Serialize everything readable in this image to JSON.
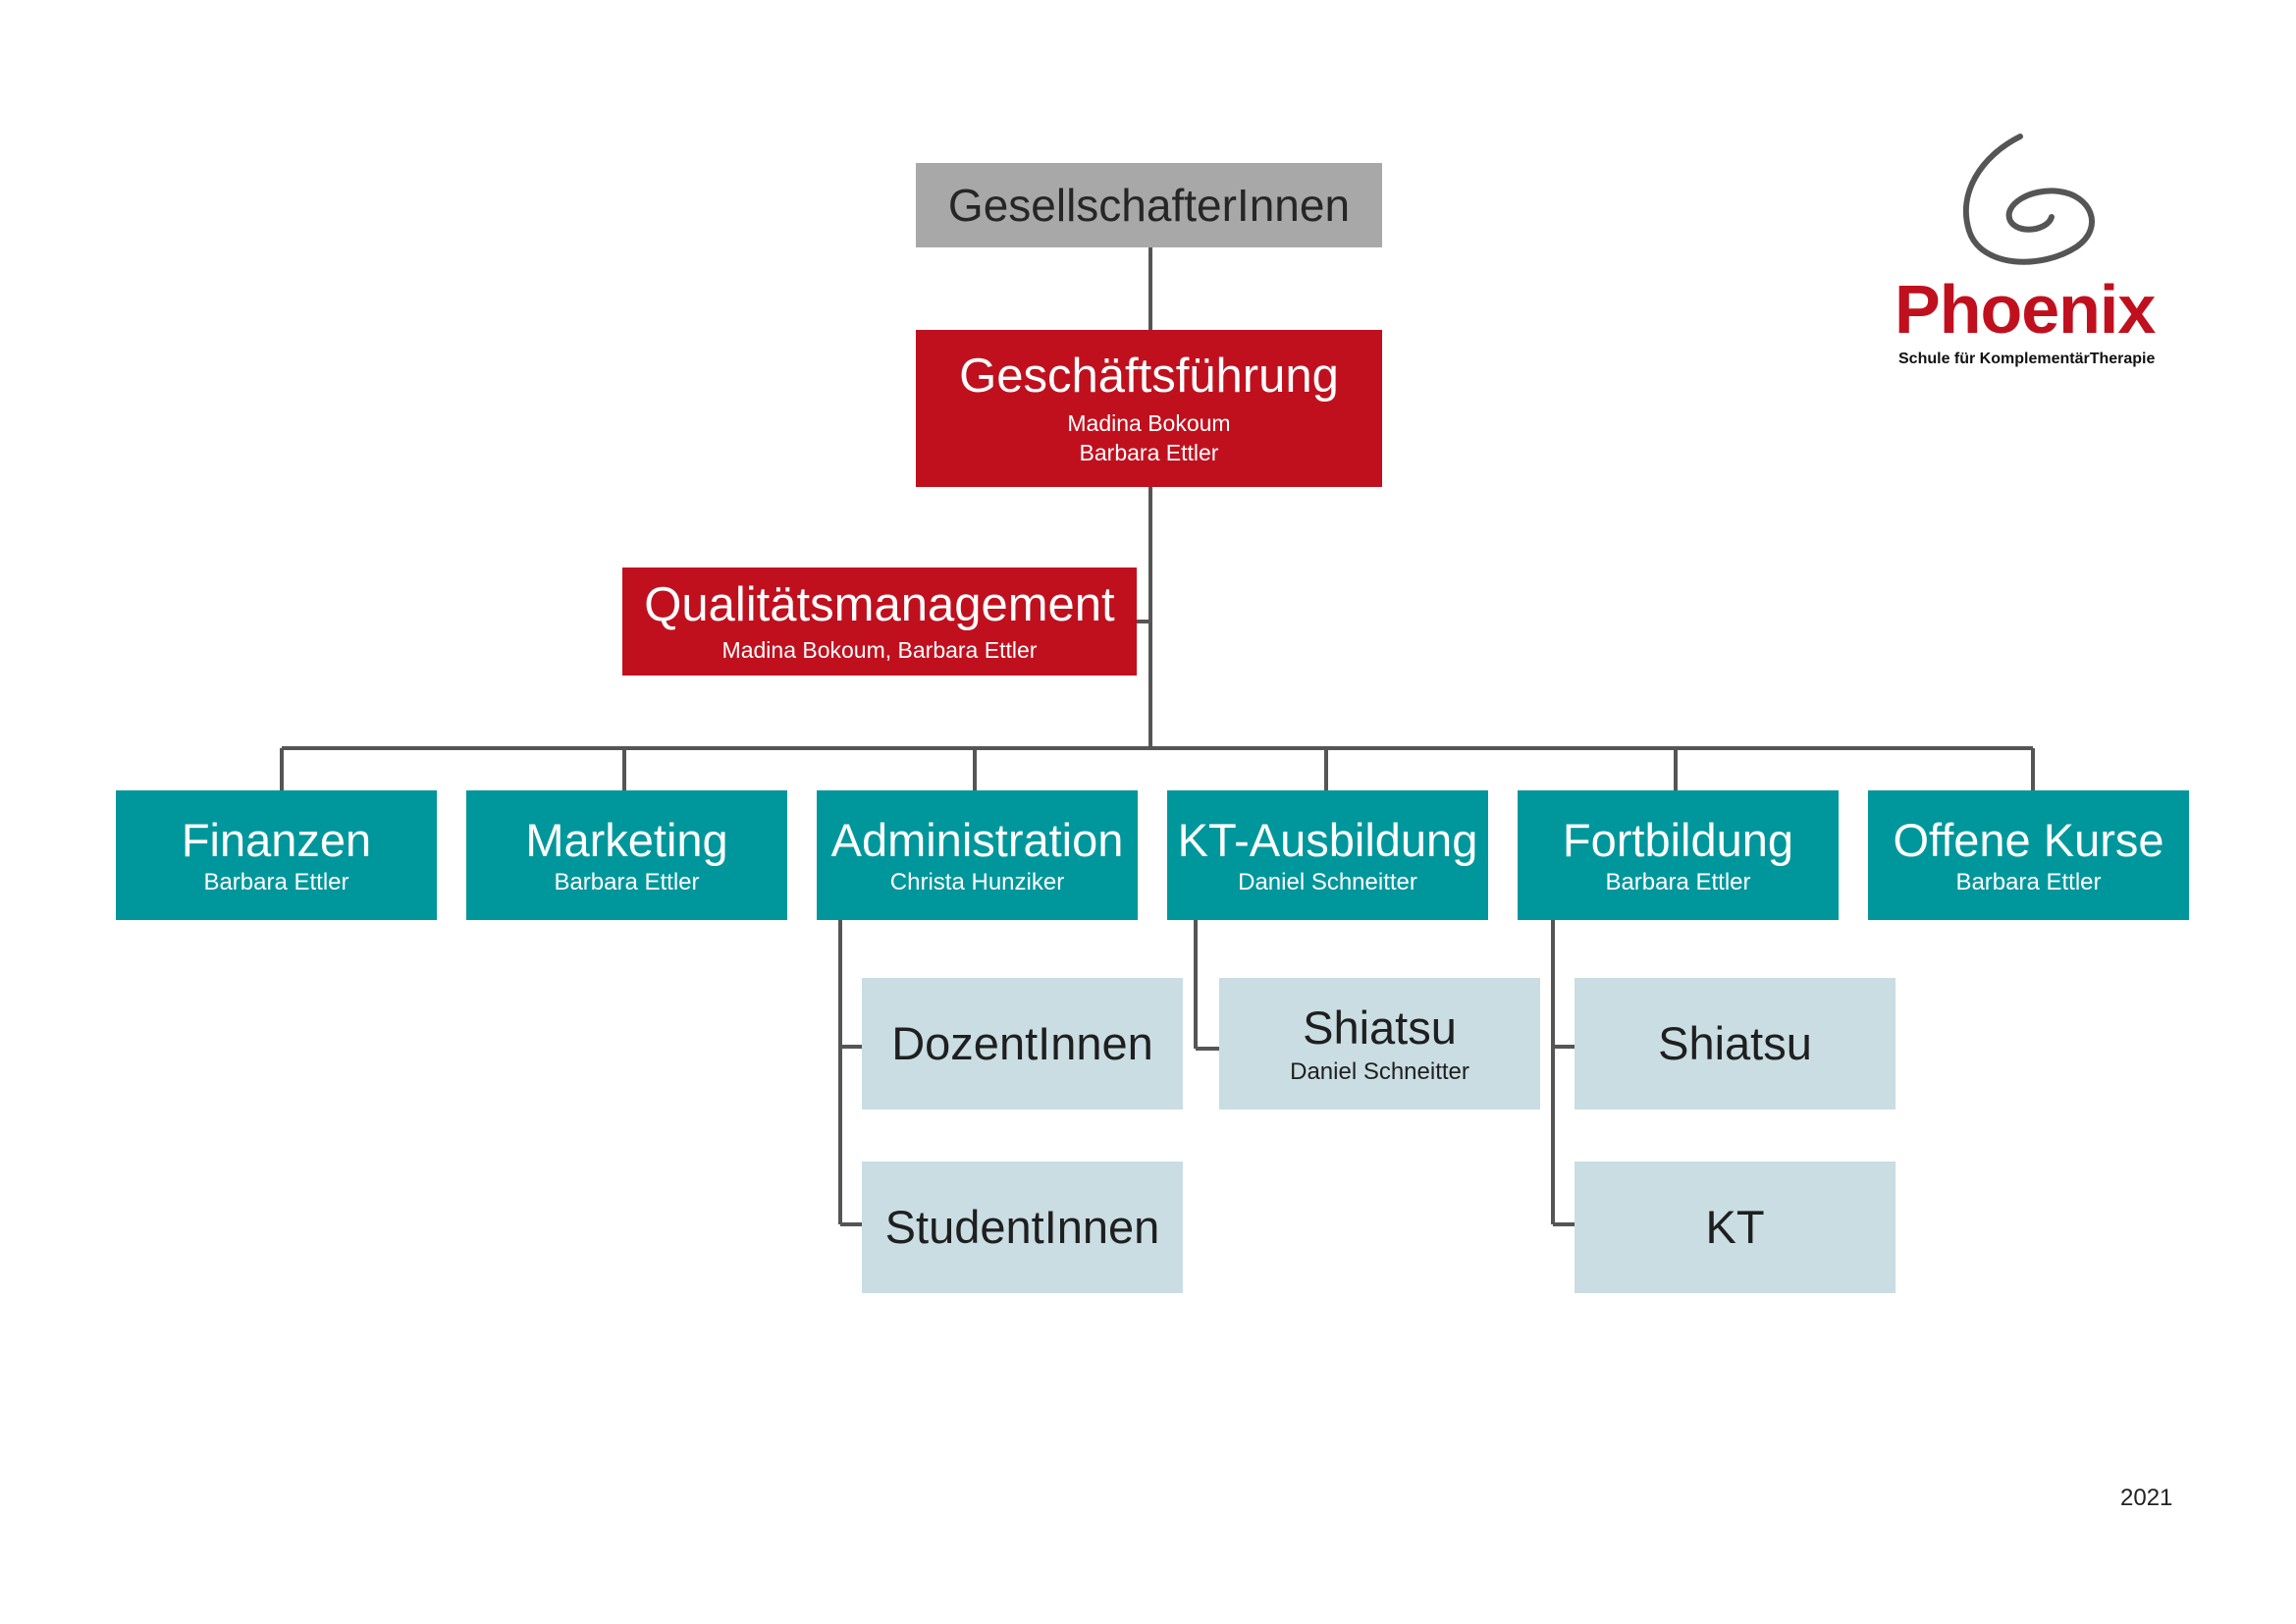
{
  "chart": {
    "top": {
      "title": "GesellschafterInnen"
    },
    "management": {
      "title": "Geschäftsführung",
      "line1": "Madina Bokoum",
      "line2": "Barbara Ettler"
    },
    "quality": {
      "title": "Qualitätsmanagement",
      "people": "Madina Bokoum, Barbara Ettler"
    },
    "departments": [
      {
        "title": "Finanzen",
        "person": "Barbara Ettler"
      },
      {
        "title": "Marketing",
        "person": "Barbara Ettler"
      },
      {
        "title": "Administration",
        "person": "Christa Hunziker"
      },
      {
        "title": "KT-Ausbildung",
        "person": "Daniel Schneitter"
      },
      {
        "title": "Fortbildung",
        "person": "Barbara Ettler"
      },
      {
        "title": "Offene Kurse",
        "person": "Barbara Ettler"
      }
    ],
    "sub_administration": [
      {
        "title": "DozentInnen"
      },
      {
        "title": "StudentInnen"
      }
    ],
    "sub_kt_ausbildung": [
      {
        "title": "Shiatsu",
        "person": "Daniel Schneitter"
      }
    ],
    "sub_fortbildung": [
      {
        "title": "Shiatsu"
      },
      {
        "title": "KT"
      }
    ]
  },
  "logo": {
    "name": "Phoenix",
    "tagline": "Schule für KomplementärTherapie"
  },
  "footer": {
    "year": "2021"
  },
  "colors": {
    "red": "#c0101e",
    "teal": "#00979c",
    "gray": "#a8a8a8",
    "light": "#c9dde2",
    "line": "#555555"
  }
}
